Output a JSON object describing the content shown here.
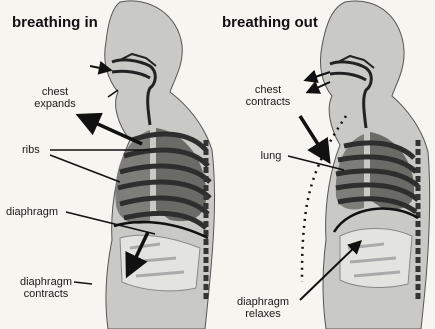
{
  "panels": [
    {
      "title": "breathing in",
      "labels": {
        "chest": "chest\nexpands",
        "ribs": "ribs",
        "diaphragm": "diaphragm",
        "diaphragm_action": "diaphragm\ncontracts"
      }
    },
    {
      "title": "breathing out",
      "labels": {
        "chest": "chest\ncontracts",
        "lung": "lung",
        "diaphragm_action": "diaphragm\nrelaxes"
      }
    }
  ],
  "colors": {
    "ink": "#111111",
    "body_fill": "#c9c9c6",
    "rib": "#3a3a3a",
    "lung": "#7d7d7a",
    "background": "#f6f5f0"
  }
}
